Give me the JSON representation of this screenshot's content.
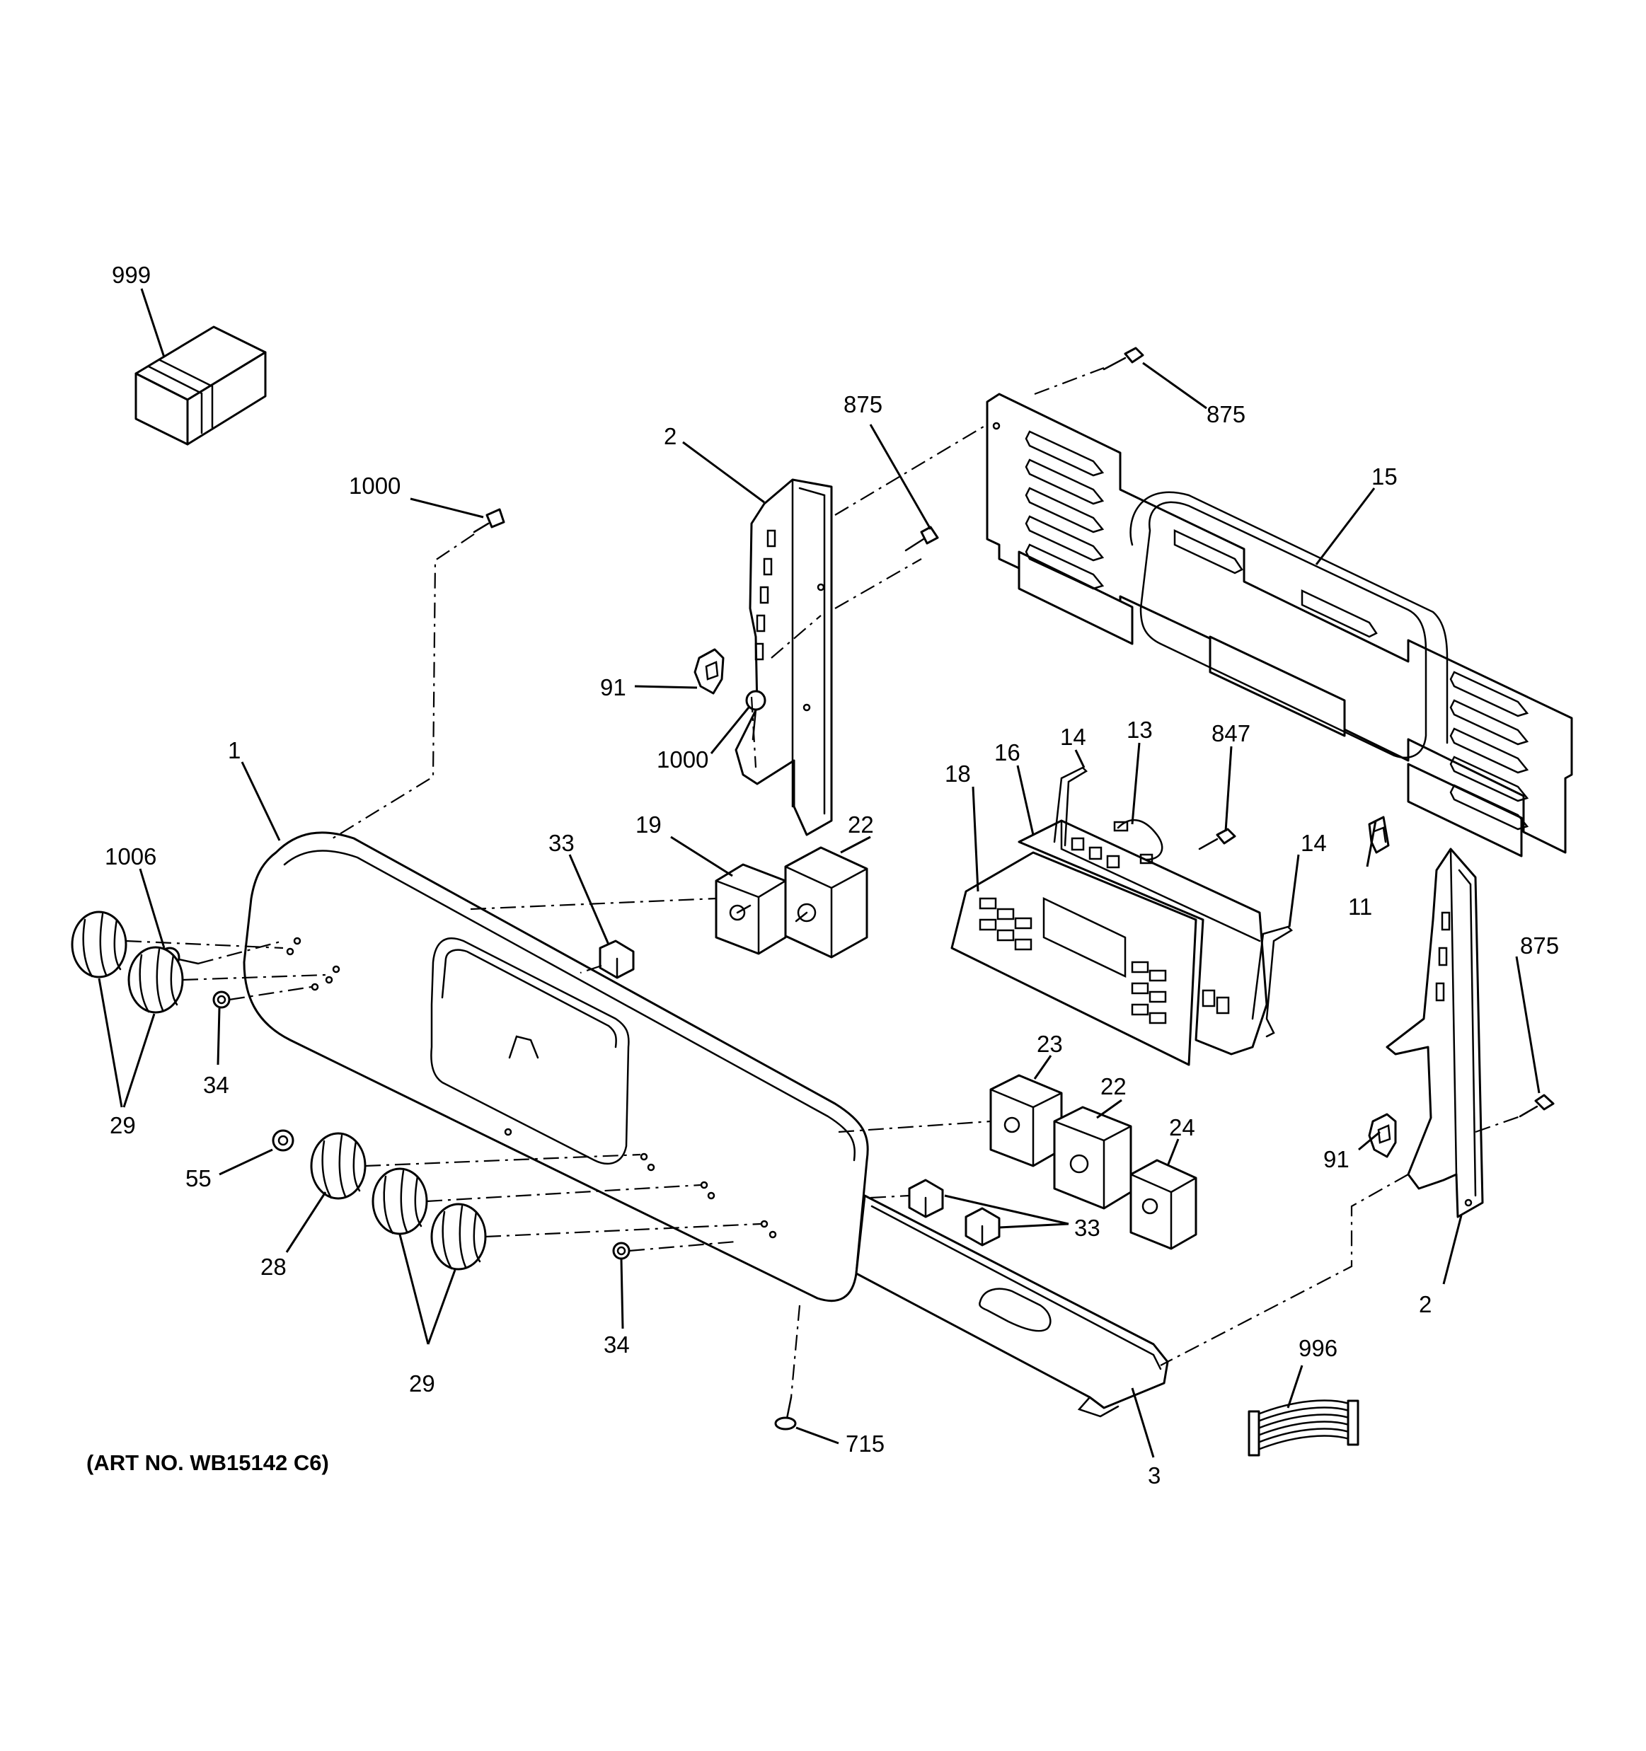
{
  "art_number": "(ART NO. WB15142 C6)",
  "labels": {
    "l999": "999",
    "l875a": "875",
    "l875b": "875",
    "l875c": "875",
    "l2a": "2",
    "l2b": "2",
    "l15": "15",
    "l1000a": "1000",
    "l1000b": "1000",
    "l91a": "91",
    "l91b": "91",
    "l1": "1",
    "l1006": "1006",
    "l14a": "14",
    "l14b": "14",
    "l13": "13",
    "l847": "847",
    "l16": "16",
    "l18": "18",
    "l19": "19",
    "l22a": "22",
    "l22b": "22",
    "l33a": "33",
    "l33b": "33",
    "l11": "11",
    "l34a": "34",
    "l34b": "34",
    "l29a": "29",
    "l29b": "29",
    "l23": "23",
    "l24": "24",
    "l55": "55",
    "l28": "28",
    "l715": "715",
    "l3": "3",
    "l996": "996"
  }
}
